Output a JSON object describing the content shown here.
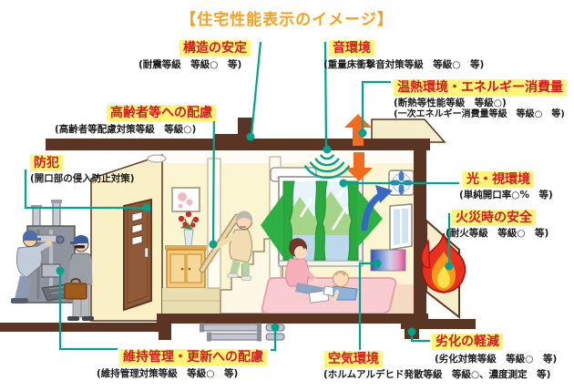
{
  "title": "【住宅性能表示のイメージ】",
  "labels": {
    "structure": {
      "name": "構造の安定",
      "caption": "(耐震等級　等級○　等)"
    },
    "sound": {
      "name": "音環境",
      "caption": "(重量床衝撃音対策等級　等級○　等)"
    },
    "thermal": {
      "name": "温熱環境・エネルギー消費量",
      "caption1": "(断熱等性能等級　等級○)",
      "caption2": "(一次エネルギー消費量等級　等級○　等)"
    },
    "elderly": {
      "name": "高齢者等への配慮",
      "caption": "(高齢者等配慮対策等級　等級○)"
    },
    "security": {
      "name": "防犯",
      "caption": "(開口部の侵入防止対策)"
    },
    "light": {
      "name": "光・視環境",
      "caption": "(単純開口率○%　等)"
    },
    "fire": {
      "name": "火災時の安全",
      "caption": "(耐火等級　等級○　等)"
    },
    "maintenance": {
      "name": "維持管理・更新への配慮",
      "caption": "(維持管理対策等級　等級○　等)"
    },
    "air": {
      "name": "空気環境",
      "caption": "(ホルムアルデヒド発散等級　等級○、濃度測定　等)"
    },
    "deterioration": {
      "name": "劣化の軽減",
      "caption": "(劣化対策等級　等級○　等)"
    }
  },
  "icons": {
    "sound_waves": "arc-waves-down",
    "heat_arrows": "up-down-block-arrows",
    "ventilation_arrow": "curved-arrow-up-right",
    "ventilation_fan": "fan-blades",
    "flame": "fire"
  },
  "colors": {
    "title_orange": "#f6a21c",
    "label_red": "#d7181f",
    "highlight_yellow": "#fff677",
    "leader_teal": "#00a48e",
    "frame_brown": "#5a3523",
    "wall_cream": "#fcf5d2",
    "arrow_orange": "#f26c1f",
    "arrow_blue": "#3468c4",
    "flame_red": "#e8311f"
  }
}
